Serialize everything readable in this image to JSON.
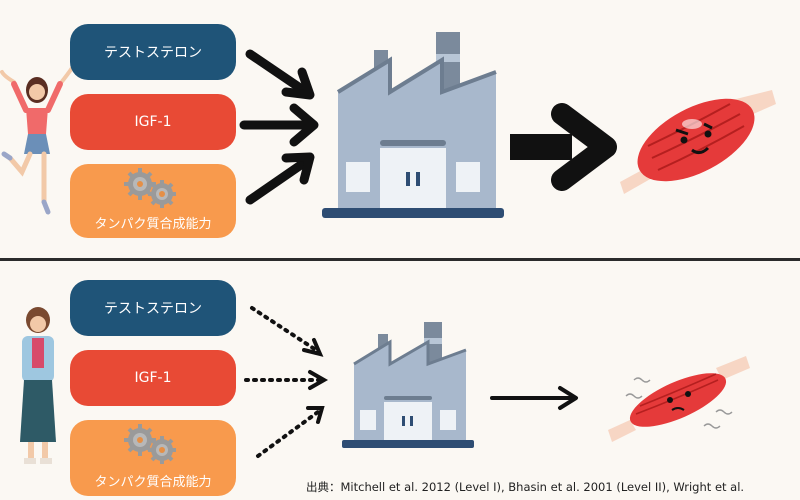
{
  "top": {
    "labels": {
      "testosterone": "テストステロン",
      "igf": "IGF-1",
      "protein": "タンパク質合成能力"
    }
  },
  "bottom": {
    "labels": {
      "testosterone": "テストステロン",
      "igf": "IGF-1",
      "protein": "タンパク質合成能力"
    }
  },
  "citation": "出典：Mitchell et al. 2012 (Level I), Bhasin et al. 2001 (Level II), Wright et al.",
  "colors": {
    "blue": "#1f5478",
    "red": "#e84a35",
    "orange": "#f89a4d",
    "factory": "#a8b8cc",
    "muscle": "#e53a3a"
  },
  "icons": [
    "gear-icon",
    "factory-icon",
    "muscle-icon",
    "arrow-icon",
    "young-woman-icon",
    "older-woman-icon"
  ]
}
